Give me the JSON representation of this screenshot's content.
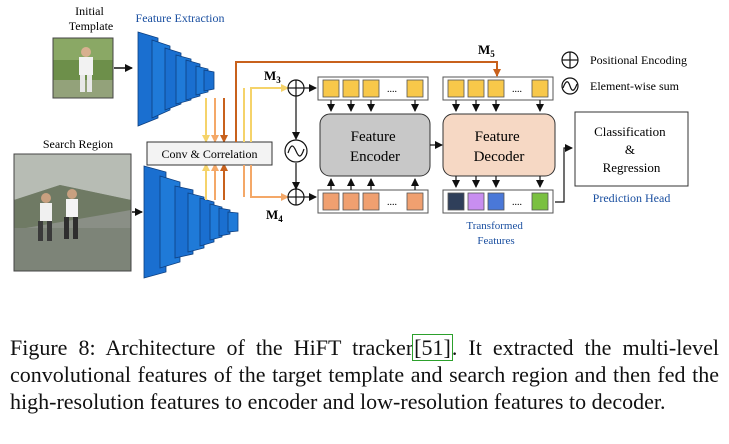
{
  "labels": {
    "initial_template": [
      "Initial",
      "Template"
    ],
    "search_region": "Search Region",
    "feature_extraction": "Feature Extraction",
    "conv_correlation": "Conv & Correlation",
    "m3": "M",
    "m3_sub": "3",
    "m4": "M",
    "m4_sub": "4",
    "m5": "M",
    "m5_sub": "5",
    "feature_encoder": [
      "Feature",
      "Encoder"
    ],
    "feature_decoder": [
      "Feature",
      "Decoder"
    ],
    "classification": [
      "Classification",
      "&",
      "Regression"
    ],
    "prediction_head": "Prediction Head",
    "transformed_features": [
      "Transformed",
      "Features"
    ],
    "dots": "....",
    "legend_positional": "Positional Encoding",
    "legend_elementwise": "Element-wise sum"
  },
  "colors": {
    "cnn_blue": "#1a6fd0",
    "label_blue": "#1a4fa0",
    "orange_arrow": "#c8611c",
    "light_orange_arrow": "#f4a868",
    "yellow_arrow": "#f5d36a",
    "token_yellow": "#f8c84a",
    "token_orange": "#f0a070",
    "encoder_fill": "#c8c8c8",
    "decoder_fill": "#f6d8c4"
  },
  "caption": {
    "pre": "Figure 8:  Architecture of the HiFT tracker",
    "ref": "[51]",
    "post": ".  It extracted the multi-level convolutional features of the target template and search region and then fed the high-resolution features to encoder and low-resolution features to decoder."
  }
}
